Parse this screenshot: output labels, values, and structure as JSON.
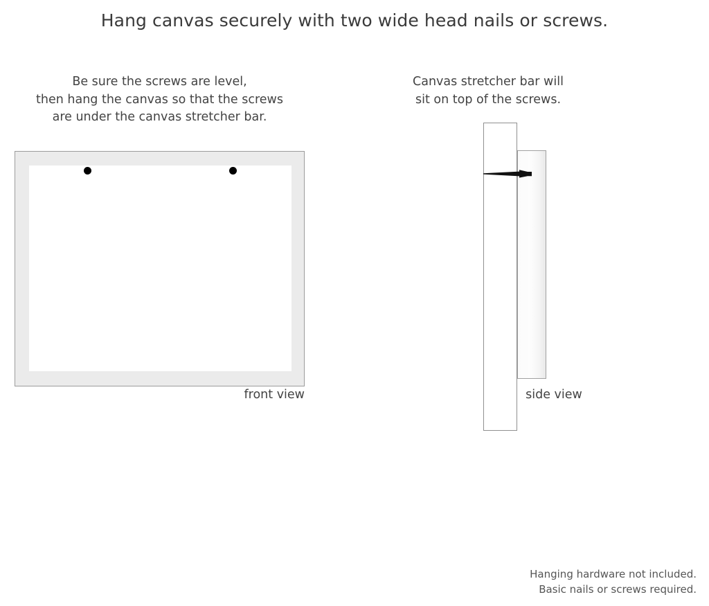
{
  "headline": "Hang canvas securely with two wide head nails or screws.",
  "front_panel": {
    "caption_lines": [
      "Be sure the screws are level,",
      "then hang the canvas so that the screws",
      "are under the canvas stretcher bar."
    ],
    "view_label": "front view",
    "screw_dots": [
      {
        "name": "left-screw-dot"
      },
      {
        "name": "right-screw-dot"
      }
    ]
  },
  "side_panel": {
    "caption_lines": [
      "Canvas stretcher bar will",
      "sit on top of the screws."
    ],
    "view_label": "side view"
  },
  "disclaimer_lines": [
    "Hanging hardware not included.",
    "Basic nails or screws required."
  ],
  "colors": {
    "background": "#ffffff",
    "text": "#3b3b3b",
    "frame_fill": "#ebebeb",
    "frame_border": "#9b9b9b",
    "canvas_face": "#ffffff",
    "screw": "#000000",
    "wall_border": "#8f8f8f",
    "stretcher_border": "#a0a0a0"
  }
}
